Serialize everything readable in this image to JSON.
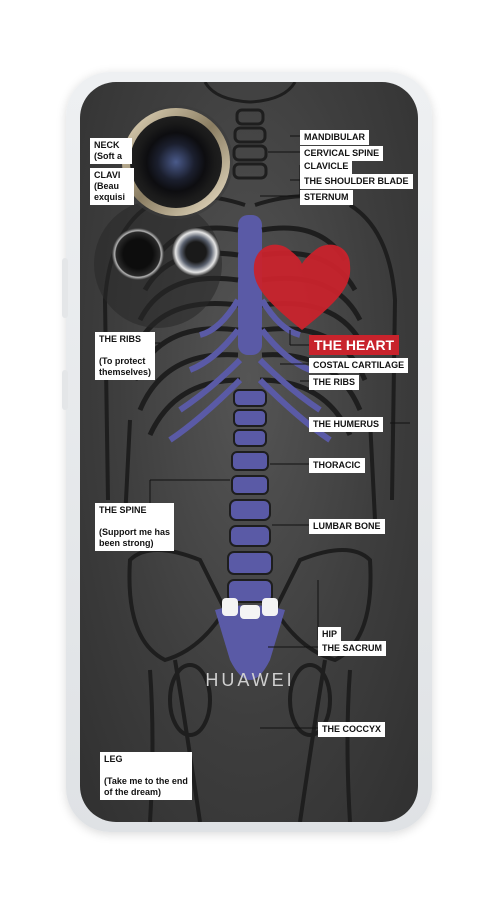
{
  "labels_right": [
    "MANDIBULAR",
    "CERVICAL SPINE",
    "CLAVICLE",
    "THE SHOULDER BLADE",
    "STERNUM",
    "COSTAL CARTILAGE",
    "THE RIBS",
    "THE HUMERUS",
    "THORACIC",
    "LUMBAR BONE",
    "HIP",
    "THE SACRUM",
    "THE COCCYX"
  ],
  "heart_label": "THE HEART",
  "labels_left": {
    "neck": {
      "title": "NECK",
      "sub": "(Soft a"
    },
    "clavicle": {
      "title": "CLAVI",
      "sub1": "(Beau",
      "sub2": "exquisi"
    },
    "ribs": {
      "title": "THE RIBS",
      "sub1": "(To protect",
      "sub2": "themselves)"
    },
    "spine": {
      "title": "THE SPINE",
      "sub1": "(Support me has",
      "sub2": "been strong)"
    },
    "leg": {
      "title": "LEG",
      "sub1": "(Take me to the end",
      "sub2": "of the dream)"
    }
  },
  "brand": "HUAWEI",
  "colors": {
    "skeleton_accent": "#5a5aa6",
    "heart": "#c8232c",
    "background": "#3e3e3e"
  },
  "icons": [
    "camera-module"
  ]
}
